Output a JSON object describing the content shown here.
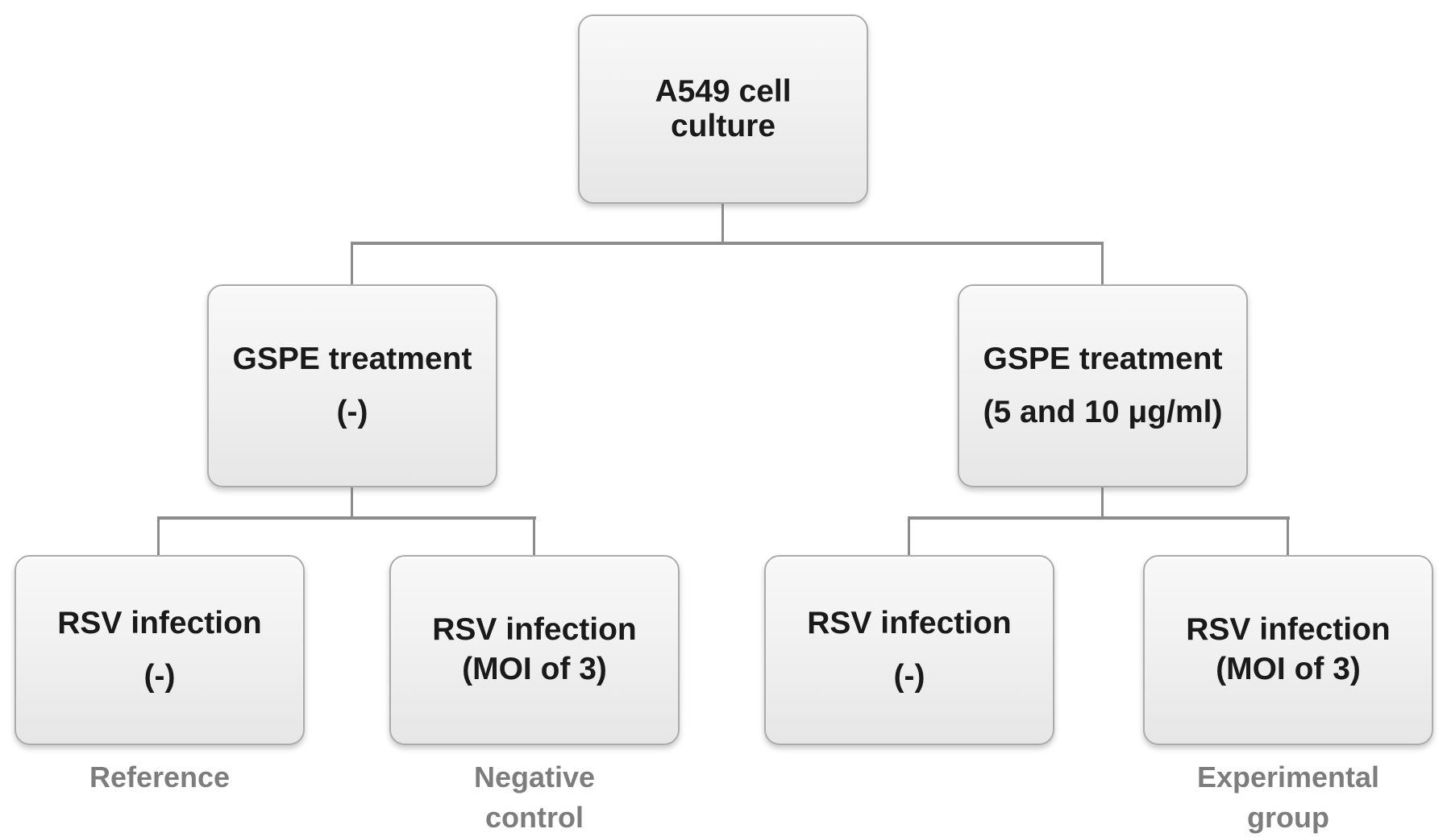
{
  "nodes": {
    "root": {
      "line1": "A549 cell",
      "line2": "culture"
    },
    "treatment_left": {
      "line1": "GSPE treatment",
      "line2": "(-)"
    },
    "treatment_right": {
      "line1": "GSPE treatment",
      "line2": "(5 and 10 μg/ml)"
    },
    "infection_reference": {
      "line1": "RSV infection",
      "line2": "(-)"
    },
    "infection_negative_control": {
      "line1": "RSV infection",
      "line2": "(MOI of 3)"
    },
    "infection_exp_minus": {
      "line1": "RSV infection",
      "line2": "(-)"
    },
    "infection_experimental": {
      "line1": "RSV infection",
      "line2": "(MOI of 3)"
    }
  },
  "group_labels": {
    "reference": {
      "line1": "Reference"
    },
    "negative_control": {
      "line1": "Negative",
      "line2": "control"
    },
    "experimental_group": {
      "line1": "Experimental",
      "line2": "group"
    }
  },
  "colors": {
    "background": "#ffffff",
    "box_fill_top": "#f8f8f8",
    "box_fill_bottom": "#e6e6e6",
    "box_border": "#ababab",
    "box_text": "#1a1a1a",
    "connector": "#8c8c8c",
    "group_label_text": "#7d7d7d"
  }
}
